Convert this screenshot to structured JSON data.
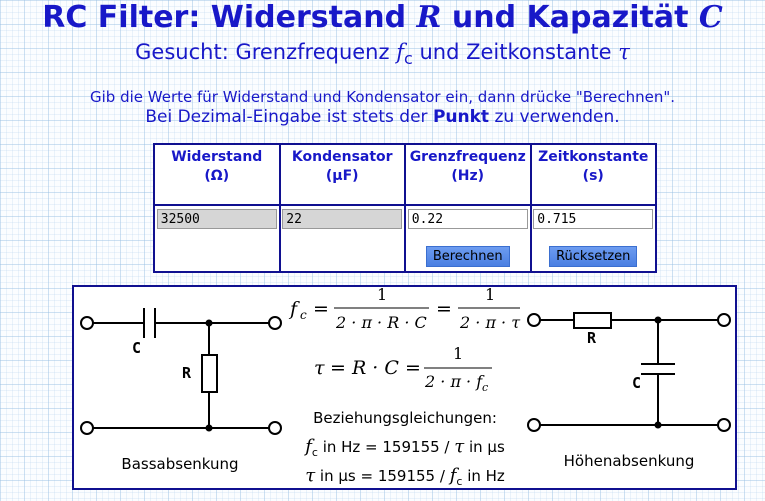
{
  "header": {
    "title_prefix": "RC Filter: Widerstand ",
    "title_R": "R",
    "title_mid": " und Kapazität ",
    "title_C": "C",
    "subtitle_prefix": "Gesucht: Grenzfrequenz ",
    "subtitle_f": "f",
    "subtitle_sub": "c",
    "subtitle_mid": " und Zeitkonstante ",
    "subtitle_tau": "τ"
  },
  "instructions": {
    "line1": "Gib die Werte für Widerstand und Kondensator ein, dann drücke \"Berechnen\".",
    "line2_pre": "Bei Dezimal-Eingabe ist stets der ",
    "line2_bold": "Punkt",
    "line2_post": " zu verwenden."
  },
  "calculator": {
    "columns": [
      {
        "label": "Widerstand",
        "unit": "(Ω)"
      },
      {
        "label": "Kondensator",
        "unit": "(µF)"
      },
      {
        "label": "Grenzfrequenz",
        "unit": "(Hz)"
      },
      {
        "label": "Zeitkonstante",
        "unit": "(s)"
      }
    ],
    "resistance_value": "32500",
    "capacitance_value": "22",
    "frequency_value": "0.22",
    "timeconstant_value": "0.715",
    "calculate_label": "Berechnen",
    "reset_label": "Rücksetzen"
  },
  "formulas": {
    "fc": "f",
    "fc_sub": "c",
    "eq": "=",
    "one": "1",
    "den1": "2 · π · R · C",
    "den2": "2 · π · τ",
    "tau": "τ",
    "rc": "= R · C =",
    "den3": "2 · π · f",
    "den3_sub": "c"
  },
  "relations": {
    "heading": "Beziehungsgleichungen:",
    "line1_f": "f",
    "line1_sub": "c",
    "line1_text": " in Hz = 159155 / ",
    "line1_tau": "τ",
    "line1_end": " in µs",
    "line2_tau": "τ",
    "line2_text": " in µs = 159155 / ",
    "line2_f": "f",
    "line2_sub": "c",
    "line2_end": " in Hz"
  },
  "circuits": {
    "left_caption": "Bassabsenkung",
    "right_caption": "Höhenabsenkung",
    "cap_label": "C",
    "res_label": "R"
  }
}
